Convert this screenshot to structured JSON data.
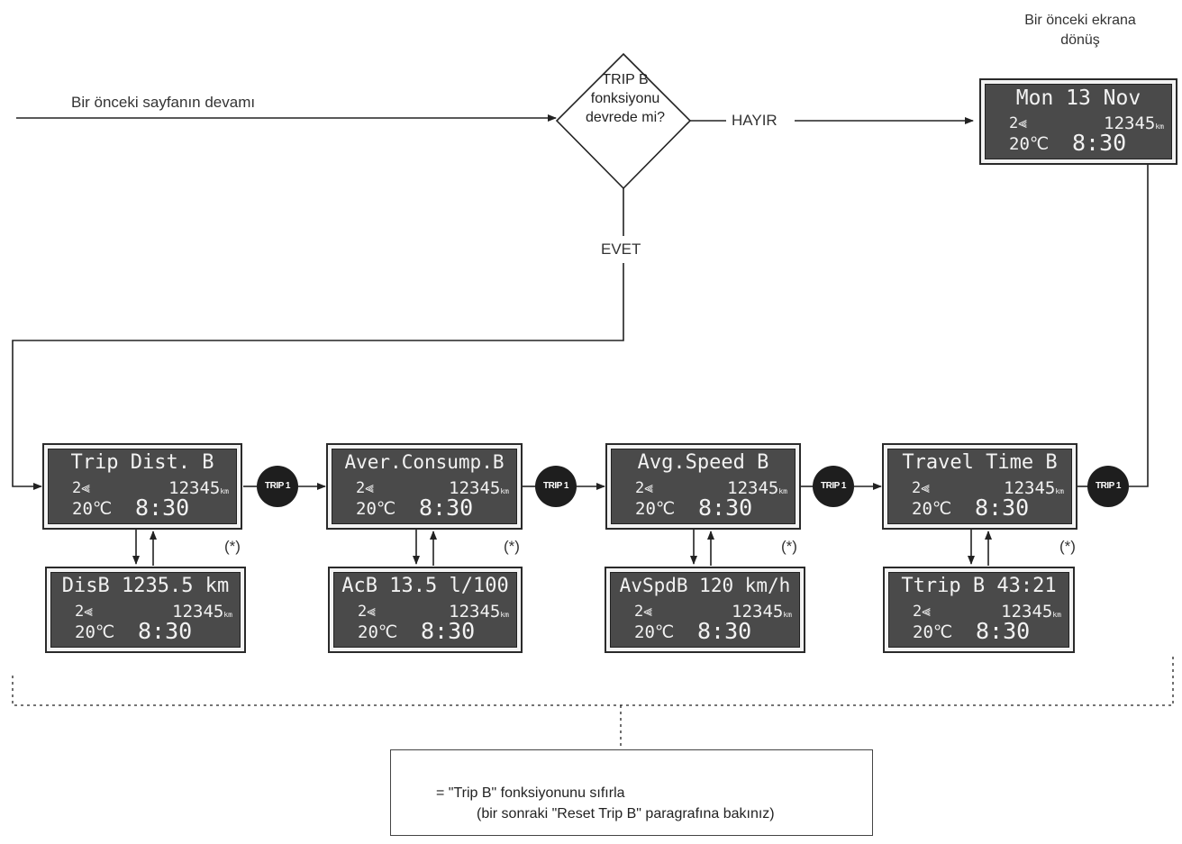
{
  "top": {
    "intro_text": "Bir önceki sayfanın devamı",
    "return_text_line1": "Bir önceki ekrana",
    "return_text_line2": "dönüş",
    "decision": {
      "line1": "TRIP B",
      "line2": "fonksiyonu",
      "line3": "devrede mi?"
    },
    "no_label": "HAYIR",
    "yes_label": "EVET"
  },
  "return_display": {
    "line1": "Mon 13 Nov",
    "gear": "2⫷",
    "odo": "12345",
    "unit": "km",
    "temp": "20℃",
    "clock": "8:30"
  },
  "main_displays": [
    {
      "line1": "Trip Dist. B",
      "gear": "2⫷",
      "odo": "12345",
      "unit": "km",
      "temp": "20℃",
      "clock": "8:30"
    },
    {
      "line1": "Aver.Consump.B",
      "gear": "2⫷",
      "odo": "12345",
      "unit": "km",
      "temp": "20℃",
      "clock": "8:30"
    },
    {
      "line1": "Avg.Speed B",
      "gear": "2⫷",
      "odo": "12345",
      "unit": "km",
      "temp": "20℃",
      "clock": "8:30"
    },
    {
      "line1": "Travel Time B",
      "gear": "2⫷",
      "odo": "12345",
      "unit": "km",
      "temp": "20℃",
      "clock": "8:30"
    }
  ],
  "sub_displays": [
    {
      "line1": "DisB 1235.5 km",
      "gear": "2⫷",
      "odo": "12345",
      "unit": "km",
      "temp": "20℃",
      "clock": "8:30"
    },
    {
      "line1": "AcB 13.5 l/100",
      "gear": "2⫷",
      "odo": "12345",
      "unit": "km",
      "temp": "20℃",
      "clock": "8:30"
    },
    {
      "line1": "AvSpdB 120 km/h",
      "gear": "2⫷",
      "odo": "12345",
      "unit": "km",
      "temp": "20℃",
      "clock": "8:30"
    },
    {
      "line1": "Ttrip B 43:21",
      "gear": "2⫷",
      "odo": "12345",
      "unit": "km",
      "temp": "20℃",
      "clock": "8:30"
    }
  ],
  "trip_button_label": "TRIP 1",
  "star_note": "(*)",
  "legend": {
    "line1": "= \"Trip B\" fonksiyonunu sıfırla",
    "line2": "(bir sonraki \"Reset Trip B\" paragrafına  bakınız)"
  }
}
